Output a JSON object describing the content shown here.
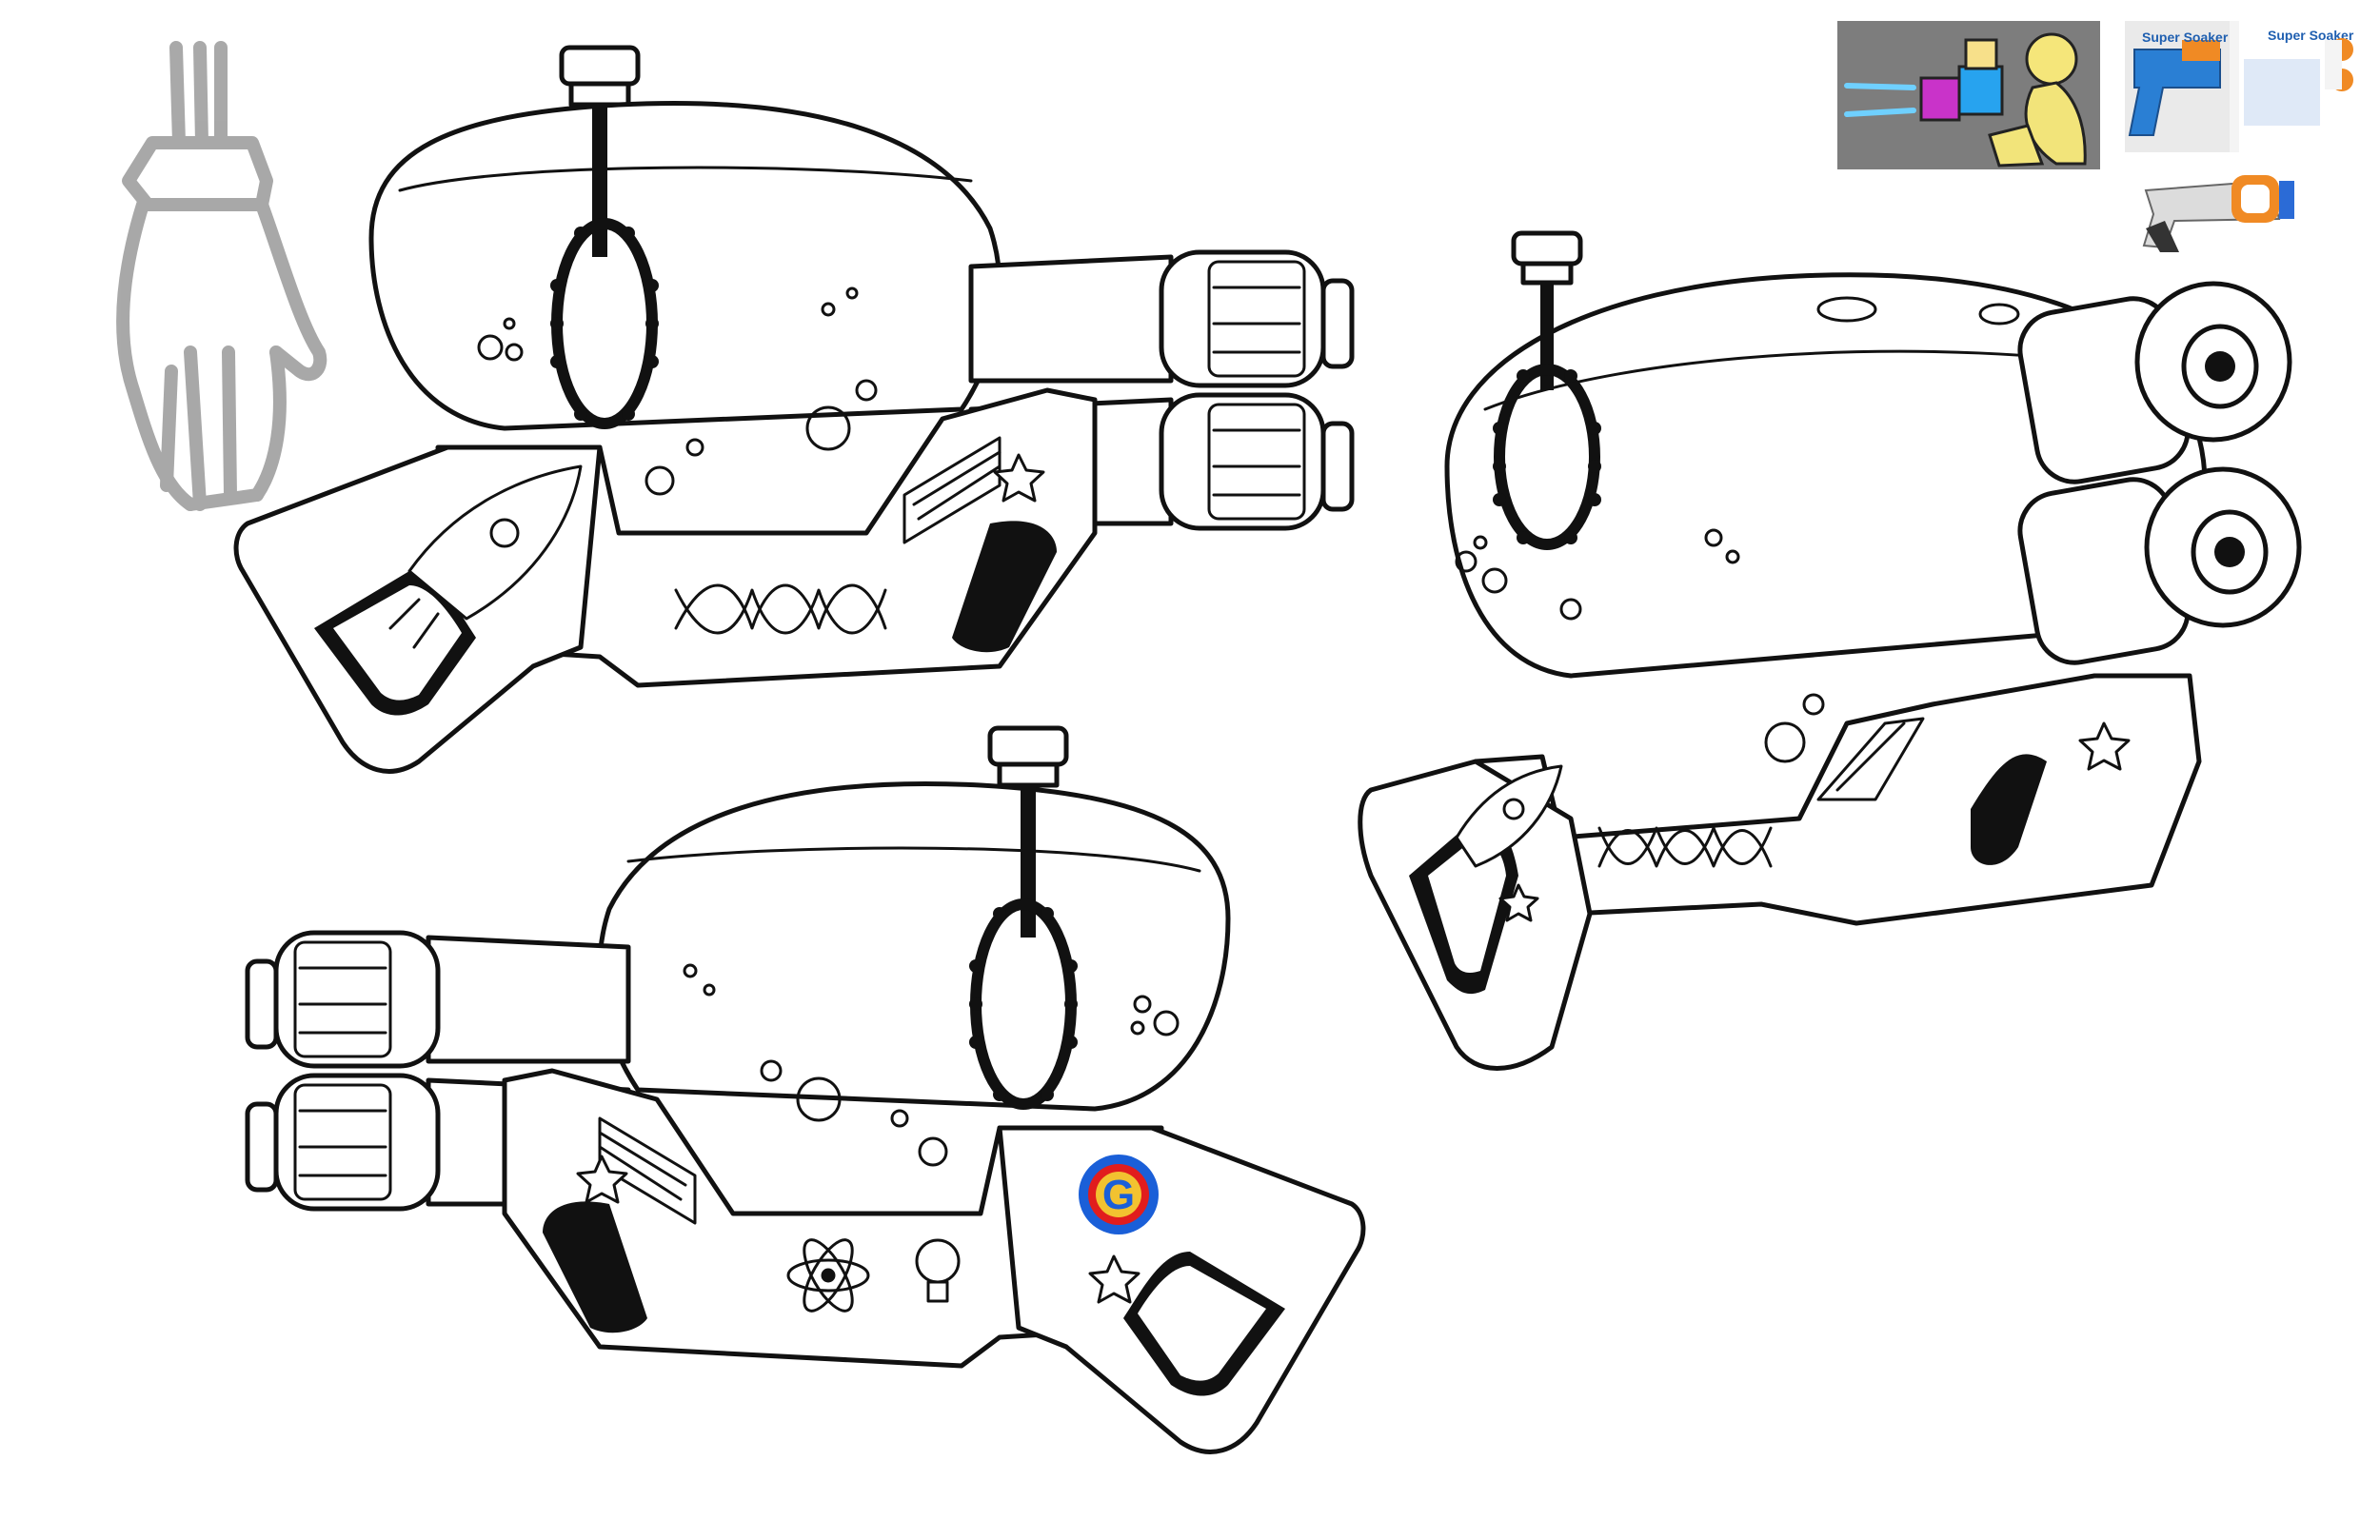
{
  "sheet": {
    "background": "#ffffff",
    "line_color": "#111111"
  },
  "references": {
    "package_brand": "Super Soaker",
    "package_brand_2": "Super Soaker",
    "package_colors": {
      "blue": "#2a7fd4",
      "orange": "#f08a24",
      "white": "#f4f4f4"
    }
  },
  "blaster_front_logo": {
    "letter": "G",
    "colors": {
      "outer": "#1a5fd8",
      "ring": "#e11d1d",
      "inner": "#f2c230"
    }
  }
}
